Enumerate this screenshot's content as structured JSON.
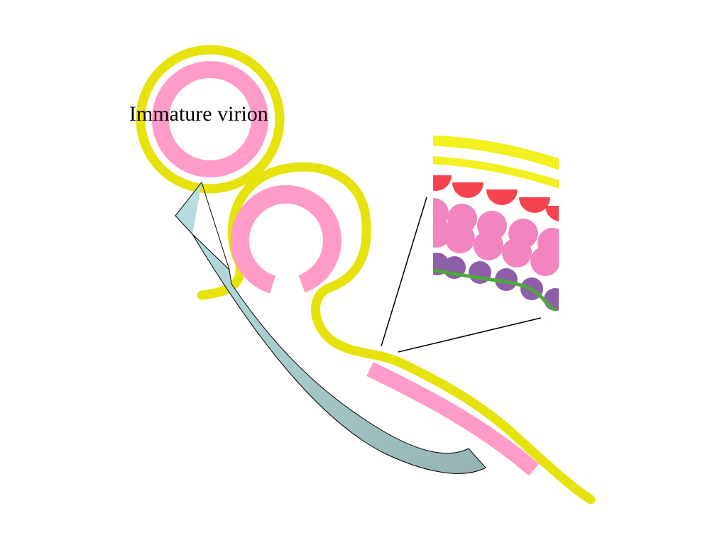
{
  "diagram": {
    "label": "Immature virion",
    "colors": {
      "envelope": "#E6E20C",
      "envelope_light": "#F2F01E",
      "capsid": "#FF9BC8",
      "arrow_light": "#B9DEE3",
      "arrow_dark": "#95B3B2",
      "red_subunit": "#F5444F",
      "pink_subunit": "#F284BF",
      "purple_subunit": "#8E5FA9",
      "green_strand": "#4EA83A",
      "line": "#000000",
      "text": "#000000"
    },
    "icons": [
      "immature-virion",
      "budding-virion",
      "membrane-segment",
      "curved-arrow",
      "zoom-inset"
    ]
  }
}
